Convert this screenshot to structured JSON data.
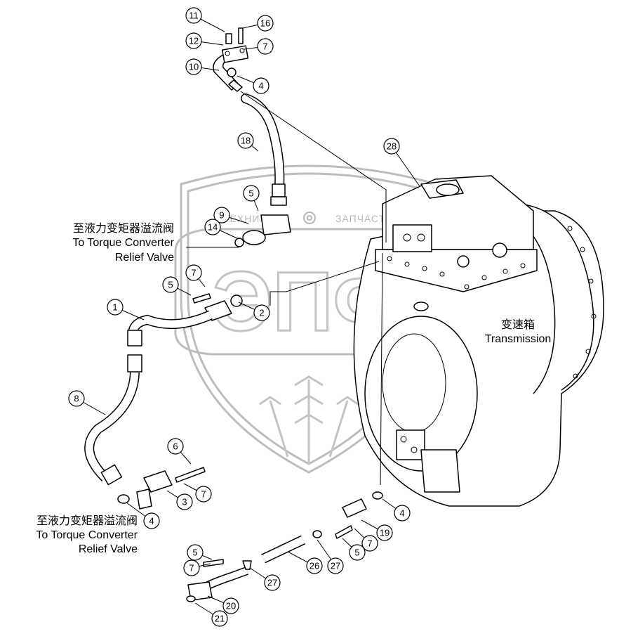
{
  "watermark": {
    "brand_left": "ТЕХНИКА",
    "brand_right": "ЗАПЧАСТИ",
    "logo_letters": "ЭПФ",
    "gear_icon": "gear-icon"
  },
  "labels": {
    "relief_valve_top": {
      "cn": "至液力变矩器溢流阀",
      "en1": "To Torque Converter",
      "en2": "Relief Valve"
    },
    "relief_valve_bottom": {
      "cn": "至液力变矩器溢流阀",
      "en1": "To Torque Converter",
      "en2": "Relief Valve"
    },
    "transmission": {
      "cn": "变速箱",
      "en": "Transmission"
    }
  },
  "callouts": [
    "11",
    "16",
    "12",
    "7",
    "10",
    "4",
    "18",
    "28",
    "5",
    "9",
    "14",
    "7",
    "5",
    "2",
    "1",
    "8",
    "6",
    "7",
    "3",
    "4",
    "4",
    "19",
    "7",
    "5",
    "27",
    "26",
    "5",
    "7",
    "27",
    "20",
    "21"
  ]
}
